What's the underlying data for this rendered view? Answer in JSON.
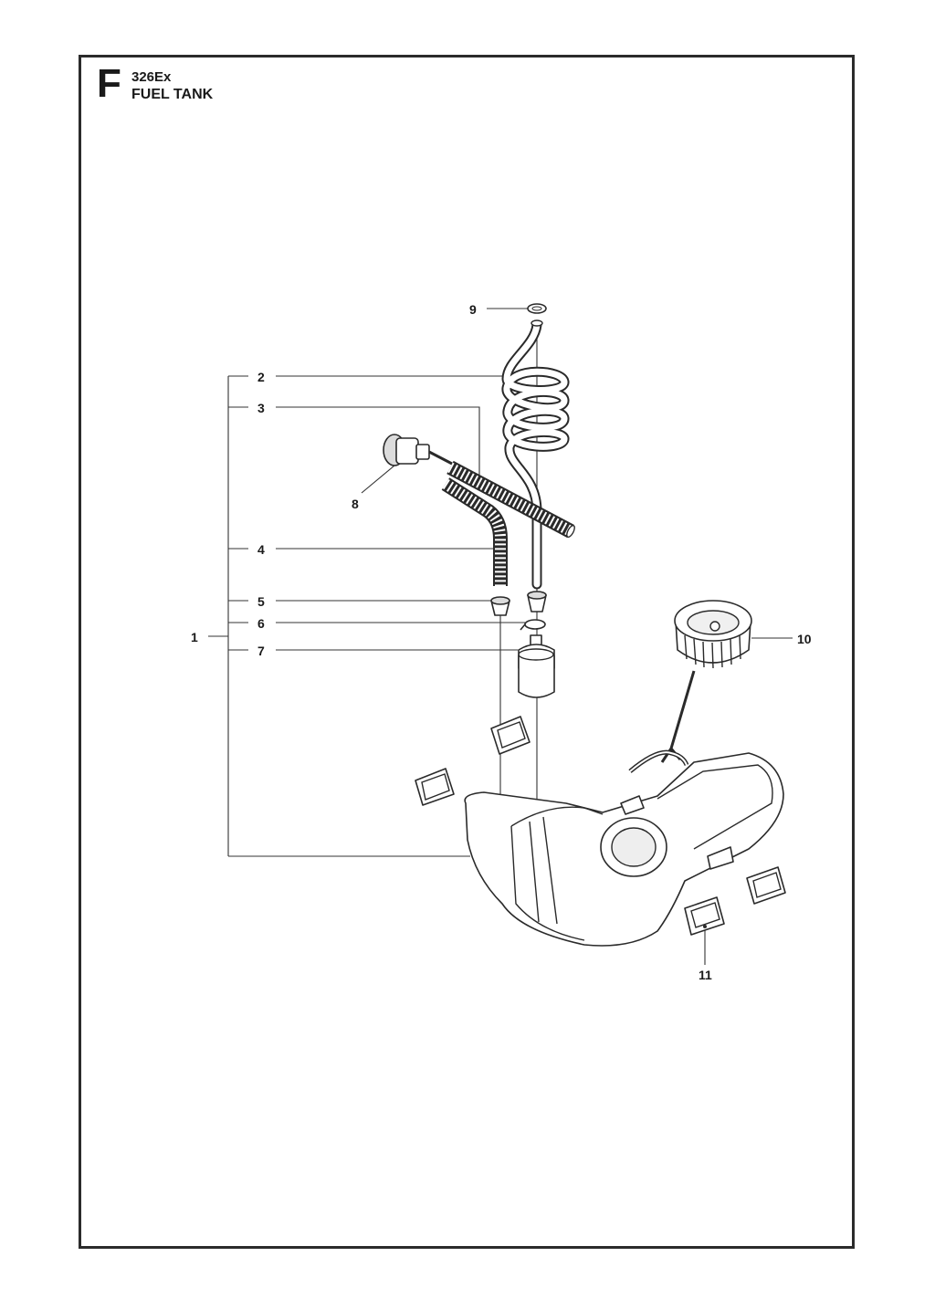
{
  "header": {
    "section_letter": "F",
    "model": "326Ex",
    "title": "FUEL TANK"
  },
  "callouts": {
    "c1": "1",
    "c2": "2",
    "c3": "3",
    "c4": "4",
    "c5": "5",
    "c6": "6",
    "c7": "7",
    "c8": "8",
    "c9": "9",
    "c10": "10",
    "c11": "11"
  }
}
